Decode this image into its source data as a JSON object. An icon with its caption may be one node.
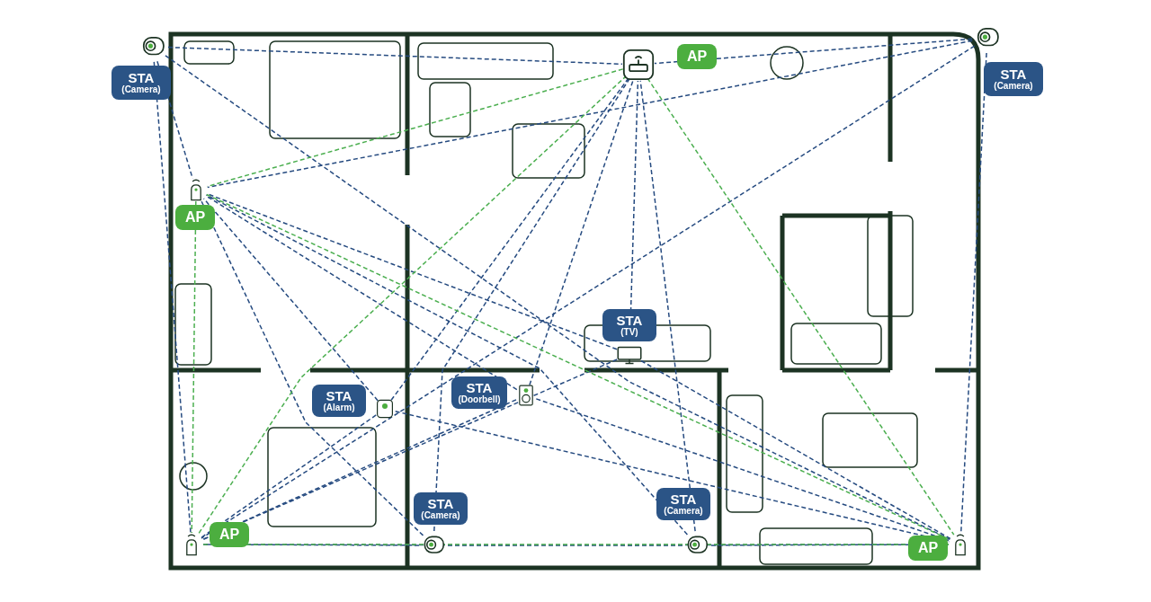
{
  "diagram": {
    "nodes": [
      {
        "text": [
          "STA",
          "(Camera)"
        ]
      },
      {
        "text": [
          "AP"
        ]
      },
      {
        "text": [
          "STA",
          "(Camera)"
        ]
      },
      {
        "text": [
          "AP"
        ]
      },
      {
        "text": [
          "STA",
          "(TV)"
        ]
      },
      {
        "text": [
          "STA",
          "(Alarm)"
        ]
      },
      {
        "text": [
          "STA",
          "(Doorbell)"
        ]
      },
      {
        "text": [
          "STA",
          "(Camera)"
        ]
      },
      {
        "text": [
          "AP"
        ]
      },
      {
        "text": [
          "STA",
          "(Camera)"
        ]
      },
      {
        "text": [
          "AP"
        ]
      }
    ],
    "edges": [
      {
        "from": 0,
        "to": 1,
        "arrow": "none",
        "style": "dashed"
      },
      {
        "from": 0,
        "to": 3,
        "arrow": "none",
        "style": "dashed"
      },
      {
        "from": 0,
        "to": 8,
        "arrow": "none",
        "style": "dashed"
      },
      {
        "from": 0,
        "to": 10,
        "arrow": "none",
        "style": "dashed"
      },
      {
        "from": 2,
        "to": 1,
        "arrow": "none",
        "style": "dashed"
      },
      {
        "from": 2,
        "to": 3,
        "arrow": "none",
        "style": "dashed"
      },
      {
        "from": 2,
        "to": 8,
        "arrow": "none",
        "style": "dashed"
      },
      {
        "from": 2,
        "to": 10,
        "arrow": "none",
        "style": "dashed"
      },
      {
        "from": 4,
        "to": 1,
        "arrow": "none",
        "style": "dashed"
      },
      {
        "from": 4,
        "to": 3,
        "arrow": "none",
        "style": "dashed"
      },
      {
        "from": 4,
        "to": 8,
        "arrow": "none",
        "style": "dashed"
      },
      {
        "from": 4,
        "to": 10,
        "arrow": "none",
        "style": "dashed"
      },
      {
        "from": 5,
        "to": 1,
        "arrow": "none",
        "style": "dashed"
      },
      {
        "from": 5,
        "to": 3,
        "arrow": "none",
        "style": "dashed"
      },
      {
        "from": 5,
        "to": 8,
        "arrow": "none",
        "style": "dashed"
      },
      {
        "from": 5,
        "to": 10,
        "arrow": "none",
        "style": "dashed"
      },
      {
        "from": 6,
        "to": 1,
        "arrow": "none",
        "style": "dashed"
      },
      {
        "from": 6,
        "to": 3,
        "arrow": "none",
        "style": "dashed"
      },
      {
        "from": 6,
        "to": 8,
        "arrow": "none",
        "style": "dashed"
      },
      {
        "from": 6,
        "to": 10,
        "arrow": "none",
        "style": "dashed"
      },
      {
        "from": 7,
        "to": 1,
        "arrow": "none",
        "style": "dashed"
      },
      {
        "from": 7,
        "to": 3,
        "arrow": "none",
        "style": "dashed"
      },
      {
        "from": 7,
        "to": 8,
        "arrow": "none",
        "style": "dashed"
      },
      {
        "from": 7,
        "to": 10,
        "arrow": "none",
        "style": "dashed"
      },
      {
        "from": 9,
        "to": 1,
        "arrow": "none",
        "style": "dashed"
      },
      {
        "from": 9,
        "to": 3,
        "arrow": "none",
        "style": "dashed"
      },
      {
        "from": 9,
        "to": 8,
        "arrow": "none",
        "style": "dashed"
      },
      {
        "from": 9,
        "to": 10,
        "arrow": "none",
        "style": "dashed"
      },
      {
        "from": 1,
        "to": 3,
        "arrow": "none",
        "style": "dashed",
        "color": "#4caf50"
      },
      {
        "from": 1,
        "to": 8,
        "arrow": "none",
        "style": "dashed",
        "color": "#4caf50"
      },
      {
        "from": 1,
        "to": 10,
        "arrow": "none",
        "style": "dashed",
        "color": "#4caf50"
      },
      {
        "from": 3,
        "to": 8,
        "arrow": "none",
        "style": "dashed",
        "color": "#4caf50"
      },
      {
        "from": 3,
        "to": 10,
        "arrow": "none",
        "style": "dashed",
        "color": "#4caf50"
      },
      {
        "from": 8,
        "to": 10,
        "arrow": "none",
        "style": "dashed",
        "color": "#4caf50"
      }
    ]
  }
}
